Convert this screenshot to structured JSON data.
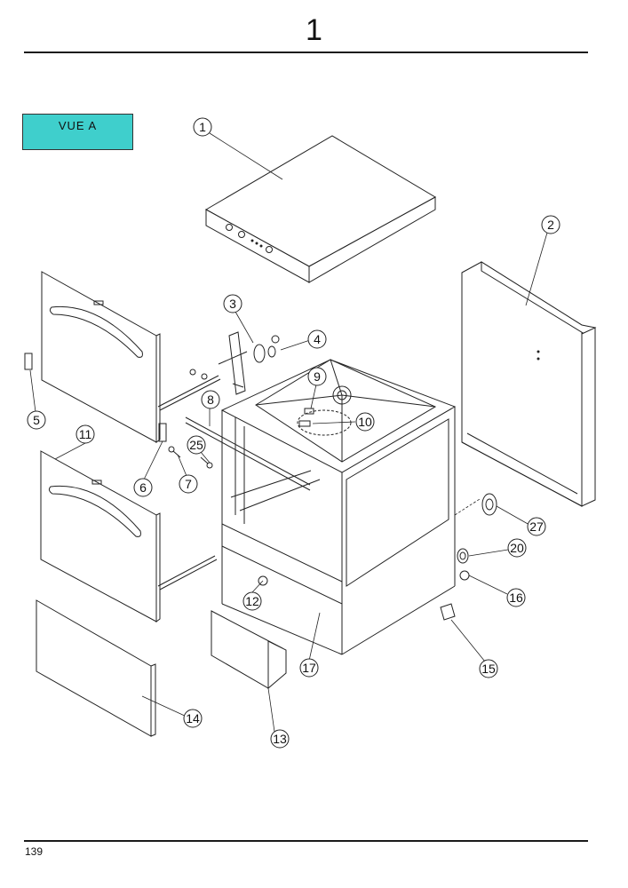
{
  "header": {
    "page_number": "1"
  },
  "view_label": "VUE A",
  "footer": {
    "page_number": "139"
  },
  "callouts": [
    {
      "label": "1",
      "part": "top-cover"
    },
    {
      "label": "2",
      "part": "side-panel"
    },
    {
      "label": "3",
      "part": "hinge-bracket"
    },
    {
      "label": "4",
      "part": "nut"
    },
    {
      "label": "5",
      "part": "latch"
    },
    {
      "label": "6",
      "part": "hinge-plate"
    },
    {
      "label": "7",
      "part": "screw"
    },
    {
      "label": "8",
      "part": "rod"
    },
    {
      "label": "9",
      "part": "wash-arm-clip"
    },
    {
      "label": "10",
      "part": "wash-arm-clip"
    },
    {
      "label": "11",
      "part": "lower-door"
    },
    {
      "label": "12",
      "part": "fitting"
    },
    {
      "label": "13",
      "part": "control-board"
    },
    {
      "label": "14",
      "part": "kick-plate"
    },
    {
      "label": "15",
      "part": "foot"
    },
    {
      "label": "16",
      "part": "washer"
    },
    {
      "label": "17",
      "part": "frame"
    },
    {
      "label": "20",
      "part": "gasket"
    },
    {
      "label": "25",
      "part": "screw"
    },
    {
      "label": "27",
      "part": "grommet"
    }
  ]
}
